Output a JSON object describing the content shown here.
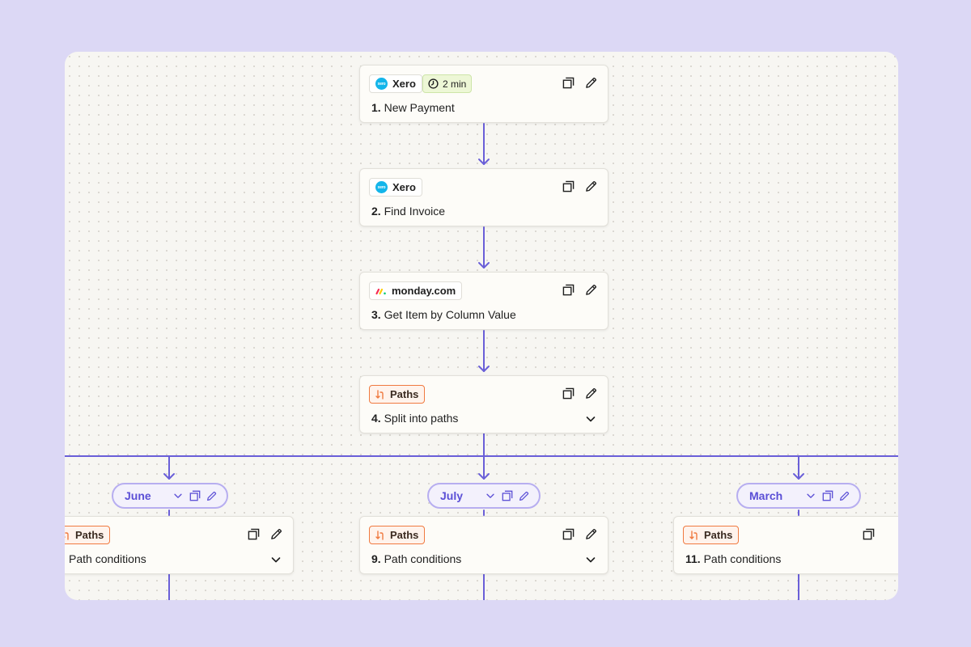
{
  "steps": [
    {
      "app": "Xero",
      "number": "1.",
      "title": "New Payment",
      "time": "2 min"
    },
    {
      "app": "Xero",
      "number": "2.",
      "title": "Find Invoice"
    },
    {
      "app": "monday.com",
      "number": "3.",
      "title": "Get Item by Column Value"
    },
    {
      "app": "Paths",
      "number": "4.",
      "title": "Split into paths"
    }
  ],
  "paths": [
    {
      "label": "June",
      "badge": "Paths",
      "number": "",
      "title": "Path conditions"
    },
    {
      "label": "July",
      "badge": "Paths",
      "number": "9.",
      "title": "Path conditions"
    },
    {
      "label": "March",
      "badge": "Paths",
      "number": "11.",
      "title": "Path conditions"
    }
  ],
  "icons": {
    "xero_logo_text": "xero"
  },
  "colors": {
    "accent": "#5b4fd6",
    "connector": "#6a5fd8",
    "paths_orange": "#f07a40",
    "xero_blue": "#13b5ea",
    "background": "#dcd8f5"
  }
}
